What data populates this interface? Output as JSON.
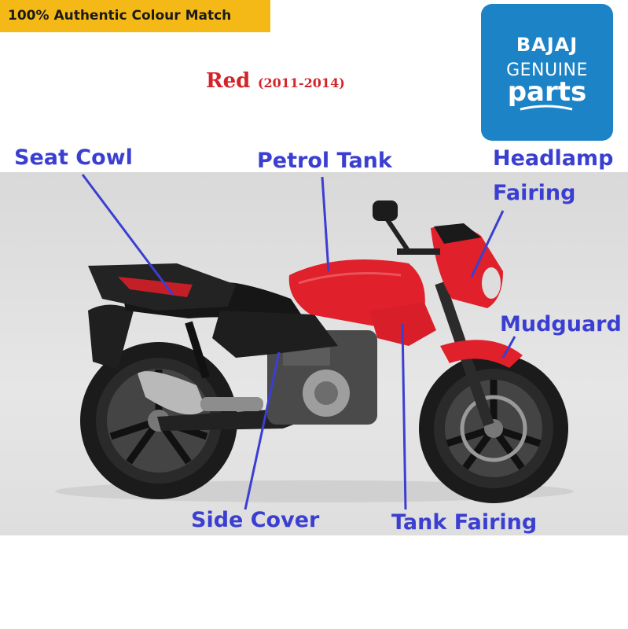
{
  "badge": {
    "text": "100% Authentic Colour Match"
  },
  "color": {
    "name": "Red",
    "years": "(2011-2014)"
  },
  "logo": {
    "line1": "BAJAJ",
    "line2": "GENUINE",
    "line3": "parts"
  },
  "labels": {
    "seat_cowl": "Seat Cowl",
    "petrol_tank": "Petrol Tank",
    "headlamp_fairing_1": "Headlamp",
    "headlamp_fairing_2": "Fairing",
    "mudguard": "Mudguard",
    "side_cover": "Side Cover",
    "tank_fairing": "Tank Fairing"
  },
  "colors": {
    "label": "#3b3fd1",
    "accent_red": "#d3242a",
    "badge": "#f5b917",
    "logo_blue": "#1d83c7"
  }
}
